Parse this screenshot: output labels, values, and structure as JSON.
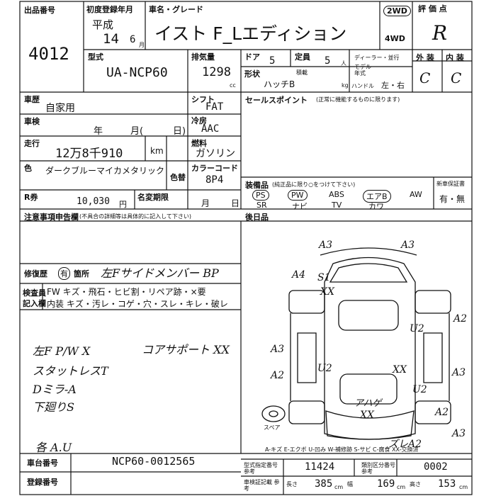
{
  "header": {
    "lot_label": "出品番号",
    "lot_number": "4012",
    "first_reg_label": "初度登録年月",
    "era": "平成",
    "year": "14",
    "month": "6",
    "month_unit": "月",
    "name_label": "車名・グレード",
    "car_name": "イスト F_Lエディション",
    "drive_2wd": "2WD",
    "drive_4wd": "4WD",
    "score_label": "評 価 点",
    "score": "R",
    "exterior_label": "外 装",
    "interior_label": "内 装",
    "exterior_grade": "C",
    "interior_grade": "C"
  },
  "specs": {
    "model_label": "型式",
    "model": "UA-NCP60",
    "displacement_label": "排気量",
    "displacement": "1298",
    "displacement_unit": "cc",
    "doors_label": "ドア",
    "doors": "5",
    "capacity_label": "定員",
    "capacity": "5",
    "capacity_unit": "人",
    "dealer_label": "ディーラー・並行",
    "model_year_label": "モデル 年式",
    "shape_label": "形状",
    "shape": "ハッチB",
    "load_label": "積載",
    "load_unit": "kg",
    "handle_label": "ハンドル",
    "handle": "左・右"
  },
  "history": {
    "history_label": "車歴",
    "history": "自家用",
    "inspection_label": "車検",
    "inspection_year": "年",
    "inspection_month": "月(",
    "inspection_day": "日)",
    "mileage_label": "走行",
    "mileage": "12万8千910",
    "mileage_unit": "km",
    "color_label": "色",
    "color": "ダークブルーマイカメタリック",
    "color_change_label": "色替",
    "color_code_label": "カラーコード",
    "color_code": "8P4",
    "recycle_label": "R券",
    "recycle_fee": "10,030",
    "recycle_unit": "円",
    "name_change_label": "名変期限",
    "name_change_month": "月",
    "name_change_day": "日",
    "shift_label": "シフト",
    "shift": "FAT",
    "aircon_label": "冷房",
    "aircon": "AAC",
    "fuel_label": "燃料",
    "fuel": "ガソリン"
  },
  "notes": {
    "caution_label": "注意事項申告欄",
    "caution_sub": "(不具合の詳細等は具体的に記入して下さい)",
    "repair_label": "修復歴",
    "repair_mark": "有",
    "repair_place_label": "箇所",
    "repair_place": "左Fサイドメンバー BP",
    "check_label": "検査員",
    "entry_label": "記入欄",
    "fw_row": "FW キズ・飛石・ヒビ割・リペア跡・×要",
    "interior_row": "内装 キズ・汚レ・コゲ・穴・スレ・キレ・破レ",
    "handwritten": [
      "左F P/W X",
      "スタットレスT",
      "Dミラ-A",
      "下廻りS",
      "各 A.U"
    ],
    "handwritten_right": "コアサポート XX"
  },
  "sales": {
    "sales_point_label": "セールスポイント",
    "sales_point_sub": "(正常に機能するものに限ります)",
    "equipment_label": "装備品",
    "equipment_sub": "(純正品に限り○をつけて下さい)",
    "equipment_row1": [
      "PS",
      "PW",
      "ABS",
      "エアB",
      "AW"
    ],
    "equipment_row2": [
      "SR",
      "ナビ",
      "TV",
      "カワ"
    ],
    "warranty_label": "新車保証書",
    "warranty": "有・無",
    "rear_seat_label": "後日品"
  },
  "diagram": {
    "marks": [
      "A3",
      "A3",
      "A4",
      "S1",
      "XX",
      "A2",
      "U2",
      "A3",
      "U2",
      "XX",
      "A2",
      "U2",
      "A3",
      "アハゲ",
      "XX",
      "A2",
      "ズレA2",
      "A3"
    ],
    "spare_label": "スペア",
    "legend": "A-キズ E-エクボ U-凹み W-補修跡 S-サビ C-腐食 XX-交換済"
  },
  "footer": {
    "chassis_label": "車台番号",
    "chassis": "NCP60-0012565",
    "reg_no_label": "登録番号",
    "type_no_label": "型式指定番号 参考",
    "type_no": "11424",
    "class_no_label": "類別区分番号 参考",
    "class_no": "0002",
    "dims_label": "車検証記載 参考",
    "length_label": "長さ",
    "length": "385",
    "width_label": "幅",
    "width": "169",
    "height_label": "高さ",
    "height": "153",
    "dim_unit": "cm"
  }
}
